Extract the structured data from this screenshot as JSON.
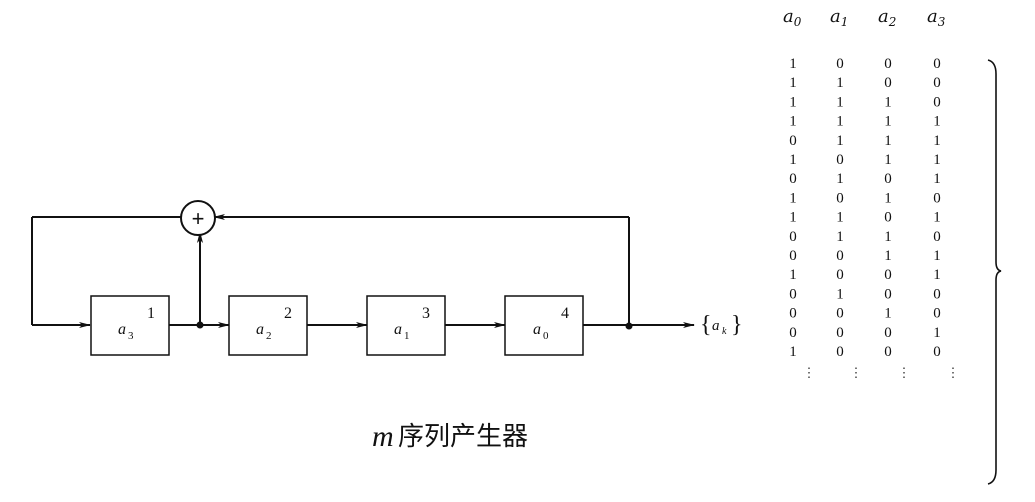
{
  "caption": {
    "var": "m",
    "text": "序列产生器"
  },
  "registers": [
    {
      "symbol": "a",
      "index": "3",
      "stage": "1"
    },
    {
      "symbol": "a",
      "index": "2",
      "stage": "2"
    },
    {
      "symbol": "a",
      "index": "1",
      "stage": "3"
    },
    {
      "symbol": "a",
      "index": "0",
      "stage": "4"
    }
  ],
  "adder_symbol": "+",
  "output": {
    "open": "{",
    "symbol": "a",
    "sub": "k",
    "close": "}"
  },
  "table": {
    "headers": [
      {
        "symbol": "a",
        "sub": "0"
      },
      {
        "symbol": "a",
        "sub": "1"
      },
      {
        "symbol": "a",
        "sub": "2"
      },
      {
        "symbol": "a",
        "sub": "3"
      }
    ],
    "rows": [
      [
        "1",
        "0",
        "0",
        "0"
      ],
      [
        "1",
        "1",
        "0",
        "0"
      ],
      [
        "1",
        "1",
        "1",
        "0"
      ],
      [
        "1",
        "1",
        "1",
        "1"
      ],
      [
        "0",
        "1",
        "1",
        "1"
      ],
      [
        "1",
        "0",
        "1",
        "1"
      ],
      [
        "0",
        "1",
        "0",
        "1"
      ],
      [
        "1",
        "0",
        "1",
        "0"
      ],
      [
        "1",
        "1",
        "0",
        "1"
      ],
      [
        "0",
        "1",
        "1",
        "0"
      ],
      [
        "0",
        "0",
        "1",
        "1"
      ],
      [
        "1",
        "0",
        "0",
        "1"
      ],
      [
        "0",
        "1",
        "0",
        "0"
      ],
      [
        "0",
        "0",
        "1",
        "0"
      ],
      [
        "0",
        "0",
        "0",
        "1"
      ],
      [
        "1",
        "0",
        "0",
        "0"
      ]
    ],
    "continuation": "⋮"
  }
}
